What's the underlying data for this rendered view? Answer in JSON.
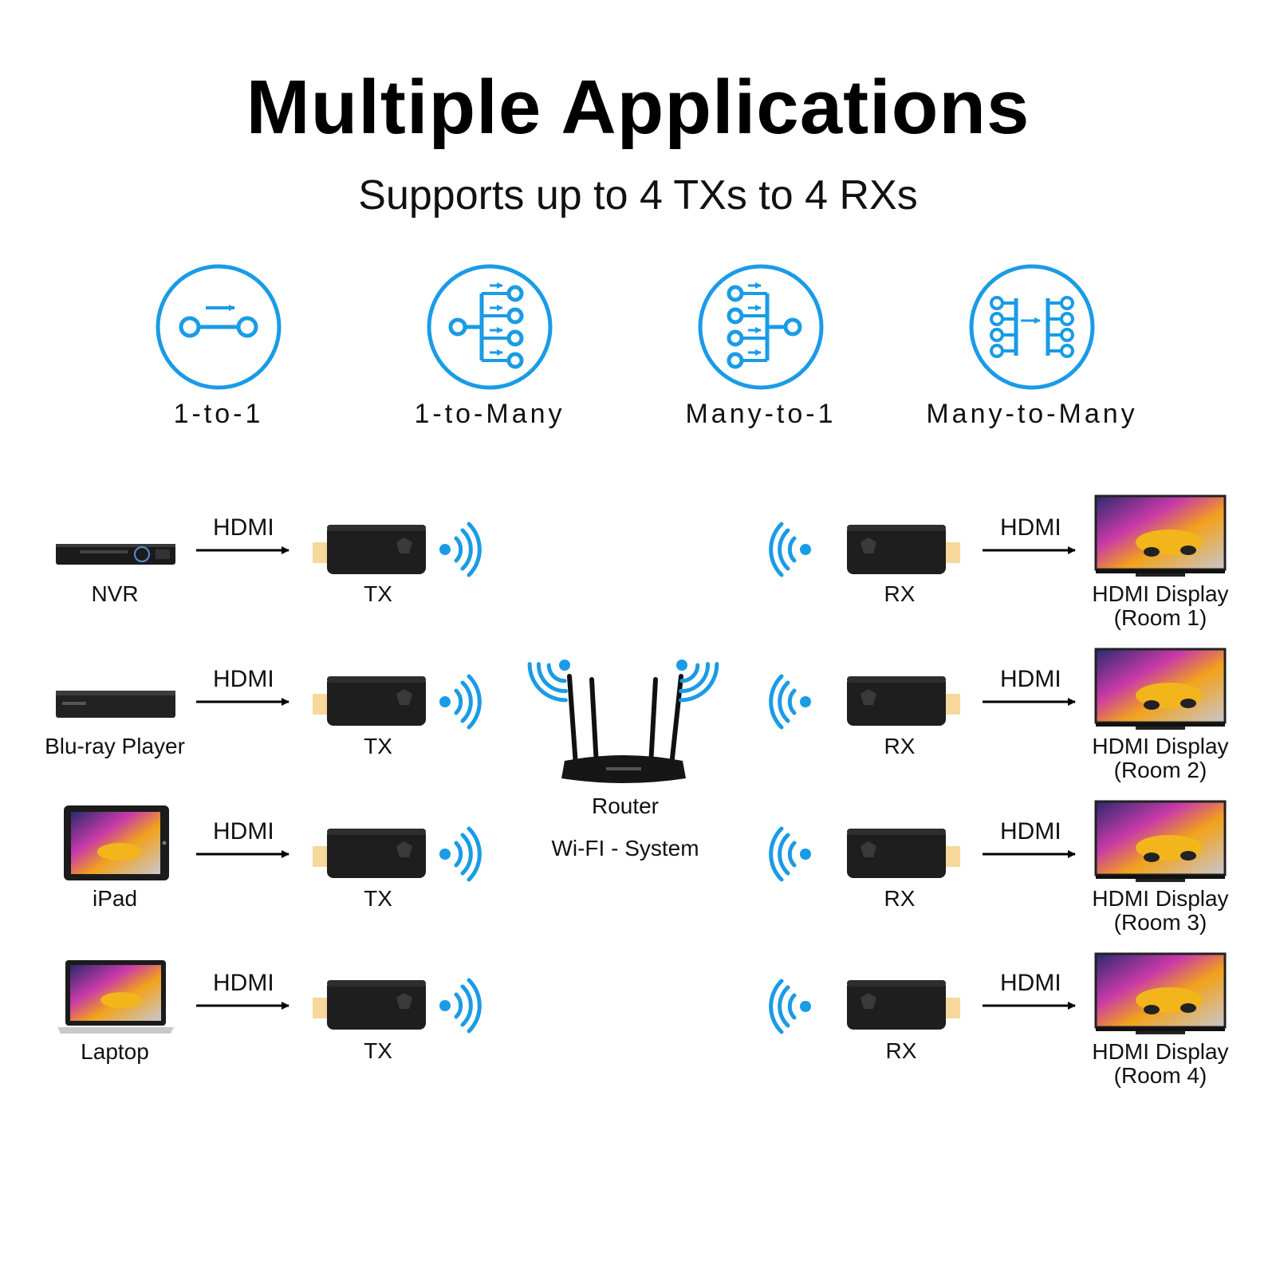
{
  "title": "Multiple Applications",
  "subtitle": "Supports up to 4 TXs to 4 RXs",
  "accent_color": "#1a9be6",
  "modes": [
    {
      "label": "1-to-1",
      "icon": "one-to-one-icon"
    },
    {
      "label": "1-to-Many",
      "icon": "one-to-many-icon"
    },
    {
      "label": "Many-to-1",
      "icon": "many-to-one-icon"
    },
    {
      "label": "Many-to-Many",
      "icon": "many-to-many-icon"
    }
  ],
  "sources": [
    {
      "label": "NVR",
      "icon": "nvr-icon"
    },
    {
      "label": "Blu-ray Player",
      "icon": "blu-ray-player-icon"
    },
    {
      "label": "iPad",
      "icon": "ipad-icon"
    },
    {
      "label": "Laptop",
      "icon": "laptop-icon"
    }
  ],
  "link_label": "HDMI",
  "tx_label": "TX",
  "rx_label": "RX",
  "router": {
    "label": "Router",
    "system_label": "Wi-FI - System"
  },
  "displays": [
    {
      "line1": "HDMI Display",
      "line2": "(Room 1)"
    },
    {
      "line1": "HDMI Display",
      "line2": "(Room 2)"
    },
    {
      "line1": "HDMI Display",
      "line2": "(Room 3)"
    },
    {
      "line1": "HDMI Display",
      "line2": "(Room 4)"
    }
  ]
}
